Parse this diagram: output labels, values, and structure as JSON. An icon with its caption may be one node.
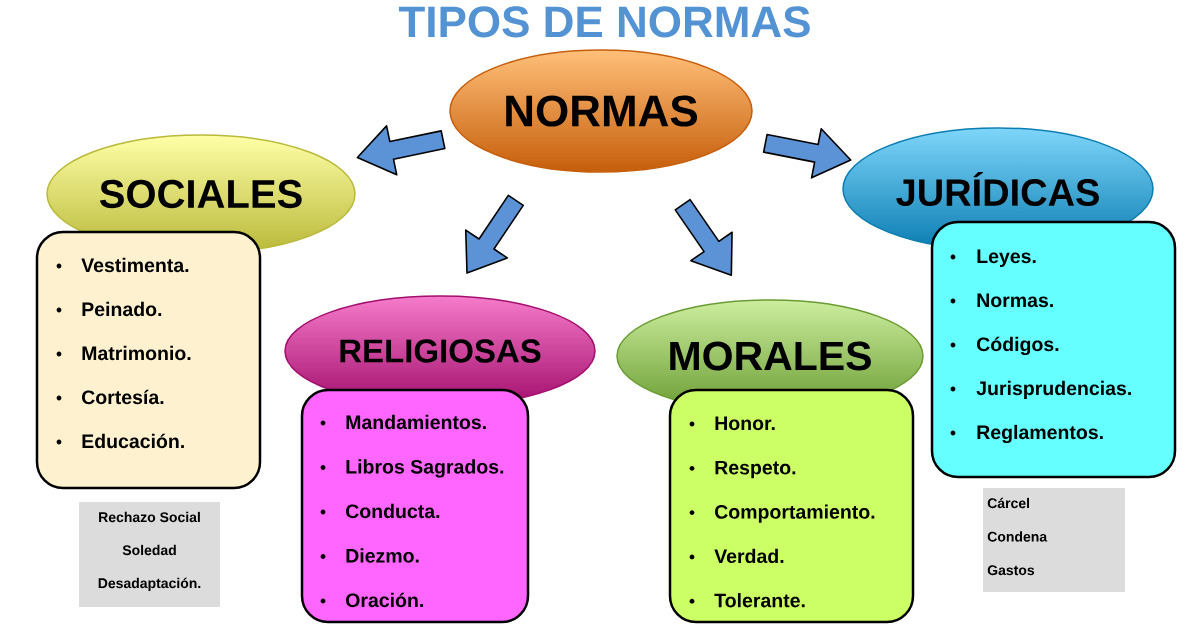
{
  "diagram": {
    "title": "TIPOS DE NORMAS",
    "nodes": [
      {
        "text": [
          "NORMAS"
        ]
      },
      {
        "text": [
          "SOCIALES"
        ]
      },
      {
        "text": [
          "Vestimenta.",
          "Peinado.",
          "Matrimonio.",
          "Cortesía.",
          "Educación."
        ]
      },
      {
        "text": [
          "Rechazo Social",
          "Soledad",
          "Desadaptación."
        ]
      },
      {
        "text": [
          "RELIGIOSAS"
        ]
      },
      {
        "text": [
          "Mandamientos.",
          "Libros Sagrados.",
          "Conducta.",
          "Diezmo.",
          "Oración."
        ]
      },
      {
        "text": [
          "MORALES"
        ]
      },
      {
        "text": [
          "Honor.",
          "Respeto.",
          "Comportamiento.",
          "Verdad.",
          "Tolerante."
        ]
      },
      {
        "text": [
          "JURÍDICAS"
        ]
      },
      {
        "text": [
          "Leyes.",
          "Normas.",
          "Códigos.",
          "Jurisprudencias.",
          "Reglamentos."
        ]
      },
      {
        "text": [
          "Cárcel",
          "Condena",
          "Gastos"
        ]
      }
    ],
    "edges": [
      {
        "from": 0,
        "to": 1,
        "arrow": "to"
      },
      {
        "from": 0,
        "to": 4,
        "arrow": "to"
      },
      {
        "from": 0,
        "to": 6,
        "arrow": "to"
      },
      {
        "from": 0,
        "to": 8,
        "arrow": "to"
      }
    ]
  }
}
